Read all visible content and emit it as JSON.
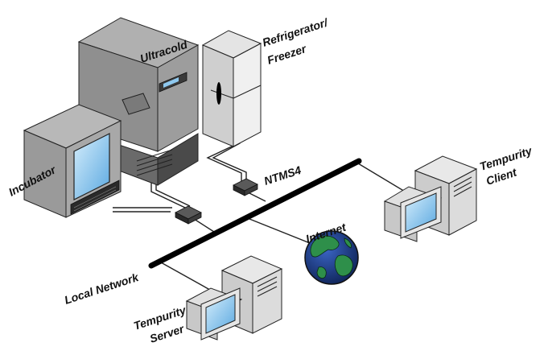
{
  "labels": {
    "ultracold": "Ultracold",
    "refrigerator_line1": "Refrigerator/",
    "refrigerator_line2": "Freezer",
    "incubator": "Incubator",
    "ntms4": "NTMS4",
    "tempurity_client_line1": "Tempurity",
    "tempurity_client_line2": "Client",
    "internet": "Internet",
    "local_network": "Local Network",
    "tempurity_server_line1": "Tempurity",
    "tempurity_server_line2": "Server"
  },
  "colors": {
    "network_backbone": "#000000",
    "device_gray": "#9a9a9a",
    "device_dark": "#5a5a5a",
    "device_light": "#e8e8e8",
    "screen_blue": "#8ec8ee",
    "globe_ocean": "#1f3f8f",
    "globe_land": "#2e8f4a"
  }
}
